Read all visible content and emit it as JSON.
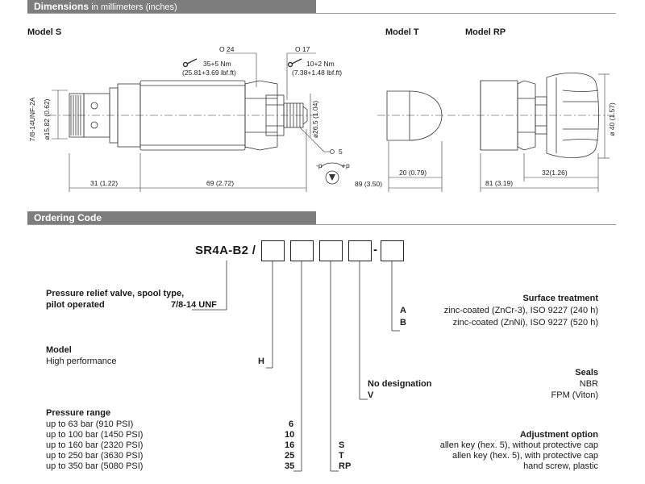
{
  "dimensions": {
    "title": "Dimensions",
    "subtitle": "in millimeters (inches)",
    "model_s": "Model S",
    "model_t": "Model T",
    "model_rp": "Model RP",
    "hex24": "O 24",
    "torque1_nm": "35+5 Nm",
    "torque1_lbf": "(25.81+3.69 lbf.ft)",
    "hex17": "O 17",
    "torque2_nm": "10+2 Nm",
    "torque2_lbf": "(7.38+1.48 lbf.ft)",
    "thread": "7/8-14UNF-2A",
    "dia_small": "ø15.82 (0.62)",
    "dia_mid": "ø26.5 (1.04)",
    "hex5": "5",
    "minus_p": "-p",
    "plus_p": "+p",
    "len31": "31 (1.22)",
    "len69": "69 (2.72)",
    "len89": "89 (3.50)",
    "len20": "20 (0.79)",
    "len32": "32(1.26)",
    "len81": "81 (3.19)",
    "dia40": "ø 40 (1.57)"
  },
  "ordering": {
    "title": "Ordering Code",
    "code_prefix": "SR4A-B2 /",
    "dash": "-",
    "valve_line1": "Pressure relief valve, spool type,",
    "valve_line2": "pilot operated",
    "valve_thread": "7/8-14 UNF",
    "model_header": "Model",
    "model_name": "High performance",
    "model_code": "H",
    "pressure_header": "Pressure range",
    "pressure": [
      {
        "label": "up to 63 bar  (910 PSI)",
        "code": "6"
      },
      {
        "label": "up to 100 bar (1450 PSI)",
        "code": "10"
      },
      {
        "label": "up to 160 bar (2320 PSI)",
        "code": "16"
      },
      {
        "label": "up to 250 bar (3630 PSI)",
        "code": "25"
      },
      {
        "label": "up to 350 bar (5080 PSI)",
        "code": "35"
      }
    ],
    "surface_header": "Surface treatment",
    "surface": [
      {
        "code": "A",
        "label": "zinc-coated (ZnCr-3), ISO 9227 (240 h)"
      },
      {
        "code": "B",
        "label": "zinc-coated (ZnNi), ISO 9227 (520 h)"
      }
    ],
    "seals_header": "Seals",
    "seals": [
      {
        "code": "No designation",
        "label": "NBR"
      },
      {
        "code": "V",
        "label": "FPM (Viton)"
      }
    ],
    "adjust_header": "Adjustment option",
    "adjust": [
      {
        "code": "S",
        "label": "allen key (hex. 5), without protective cap"
      },
      {
        "code": "T",
        "label": "allen key (hex. 5), with protective cap"
      },
      {
        "code": "RP",
        "label": "hand screw, plastic"
      }
    ]
  }
}
